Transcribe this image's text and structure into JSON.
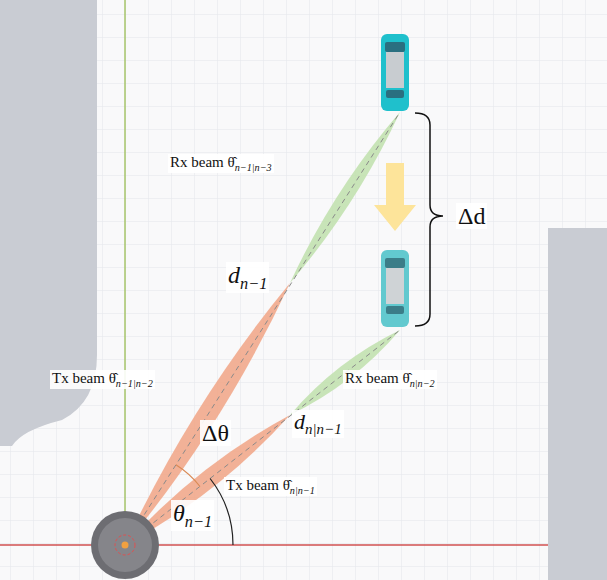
{
  "diagram": {
    "labels": [
      "Rx beam θ̂",
      "n−1|n−3",
      "d",
      "n−1",
      "Tx beam θ̂",
      "n−1|n−2",
      "Δθ",
      "d",
      "n|n−1",
      "Rx beam θ̂",
      "n|n−2",
      "Tx beam θ̂",
      "n|n−1",
      "θ",
      "n−1",
      "Δd"
    ]
  }
}
